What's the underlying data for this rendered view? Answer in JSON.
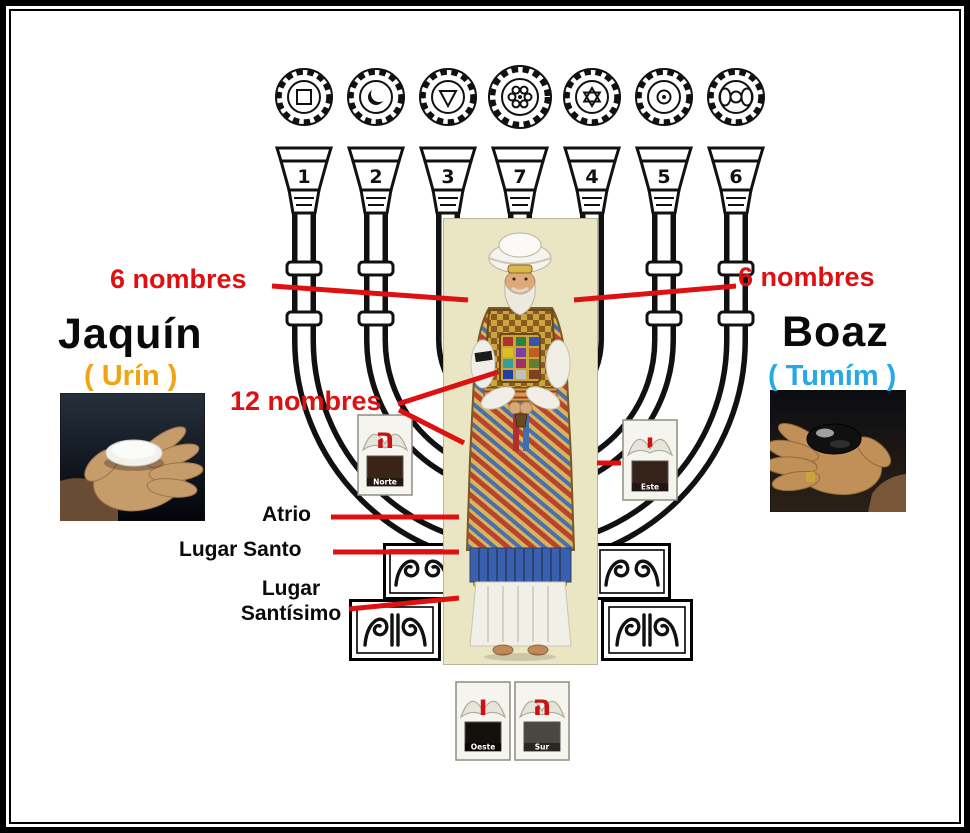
{
  "labels": {
    "six_left": "6 nombres",
    "six_right": "6 nombres",
    "twelve": "12 nombres",
    "jaquin": "Jaquín",
    "urin": "( Urín )",
    "boaz": "Boaz",
    "tumim": "( Tumím )",
    "atrio": "Atrio",
    "lugar_santo": "Lugar Santo",
    "lugar_1": "Lugar",
    "lugar_2": "Santísimo"
  },
  "menorah": {
    "cups": [
      "1",
      "2",
      "3",
      "7",
      "4",
      "5",
      "6"
    ],
    "chakras": [
      "root-chakra",
      "sacral-chakra",
      "solar-plexus-chakra",
      "crown-chakra",
      "heart-chakra",
      "throat-chakra",
      "third-eye-chakra"
    ]
  },
  "cards": {
    "norte": {
      "letter": "ה",
      "caption": "Norte"
    },
    "este": {
      "letter": "י",
      "caption": "Este"
    },
    "oeste": {
      "letter": "ו",
      "caption": "Oeste"
    },
    "sur": {
      "letter": "ה",
      "caption": "Sur"
    }
  },
  "colors": {
    "accent_red": "#dd1111",
    "urin_orange": "#f0a413",
    "tumim_blue": "#29a8e6",
    "parchment": "#eae6c3"
  }
}
